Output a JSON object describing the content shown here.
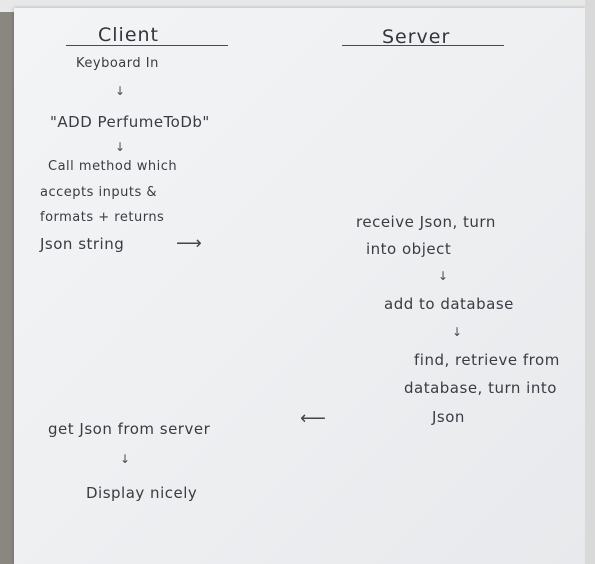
{
  "columns": {
    "client": {
      "heading": "Client",
      "steps": [
        "Keyboard In",
        "\"ADD PerfumeToDb\"",
        "Call method which",
        "accepts inputs &",
        "formats + returns",
        "Json string"
      ],
      "return_steps": [
        "get Json from server",
        "Display nicely"
      ]
    },
    "server": {
      "heading": "Server",
      "steps": [
        "receive Json, turn",
        "into object",
        "add to database",
        "find, retrieve from",
        "database, turn into",
        "Json"
      ]
    }
  },
  "arrows": {
    "down": "↓",
    "to_server": "⟶",
    "to_client": "⟵"
  },
  "colors": {
    "ink": "#3b3b44",
    "paper": "#eef0f2"
  }
}
